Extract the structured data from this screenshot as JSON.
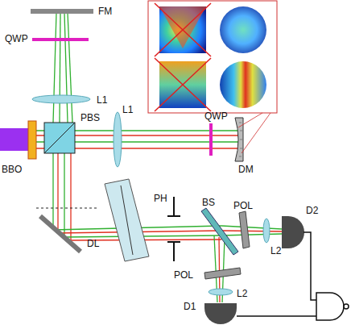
{
  "diagram": {
    "labels": [
      "FM",
      "QWP",
      "L1",
      "PBS",
      "L1",
      "QWP",
      "DM",
      "BBO",
      "PH",
      "BS",
      "POL",
      "D2",
      "L2",
      "DL",
      "POL",
      "L2",
      "D1"
    ]
  }
}
